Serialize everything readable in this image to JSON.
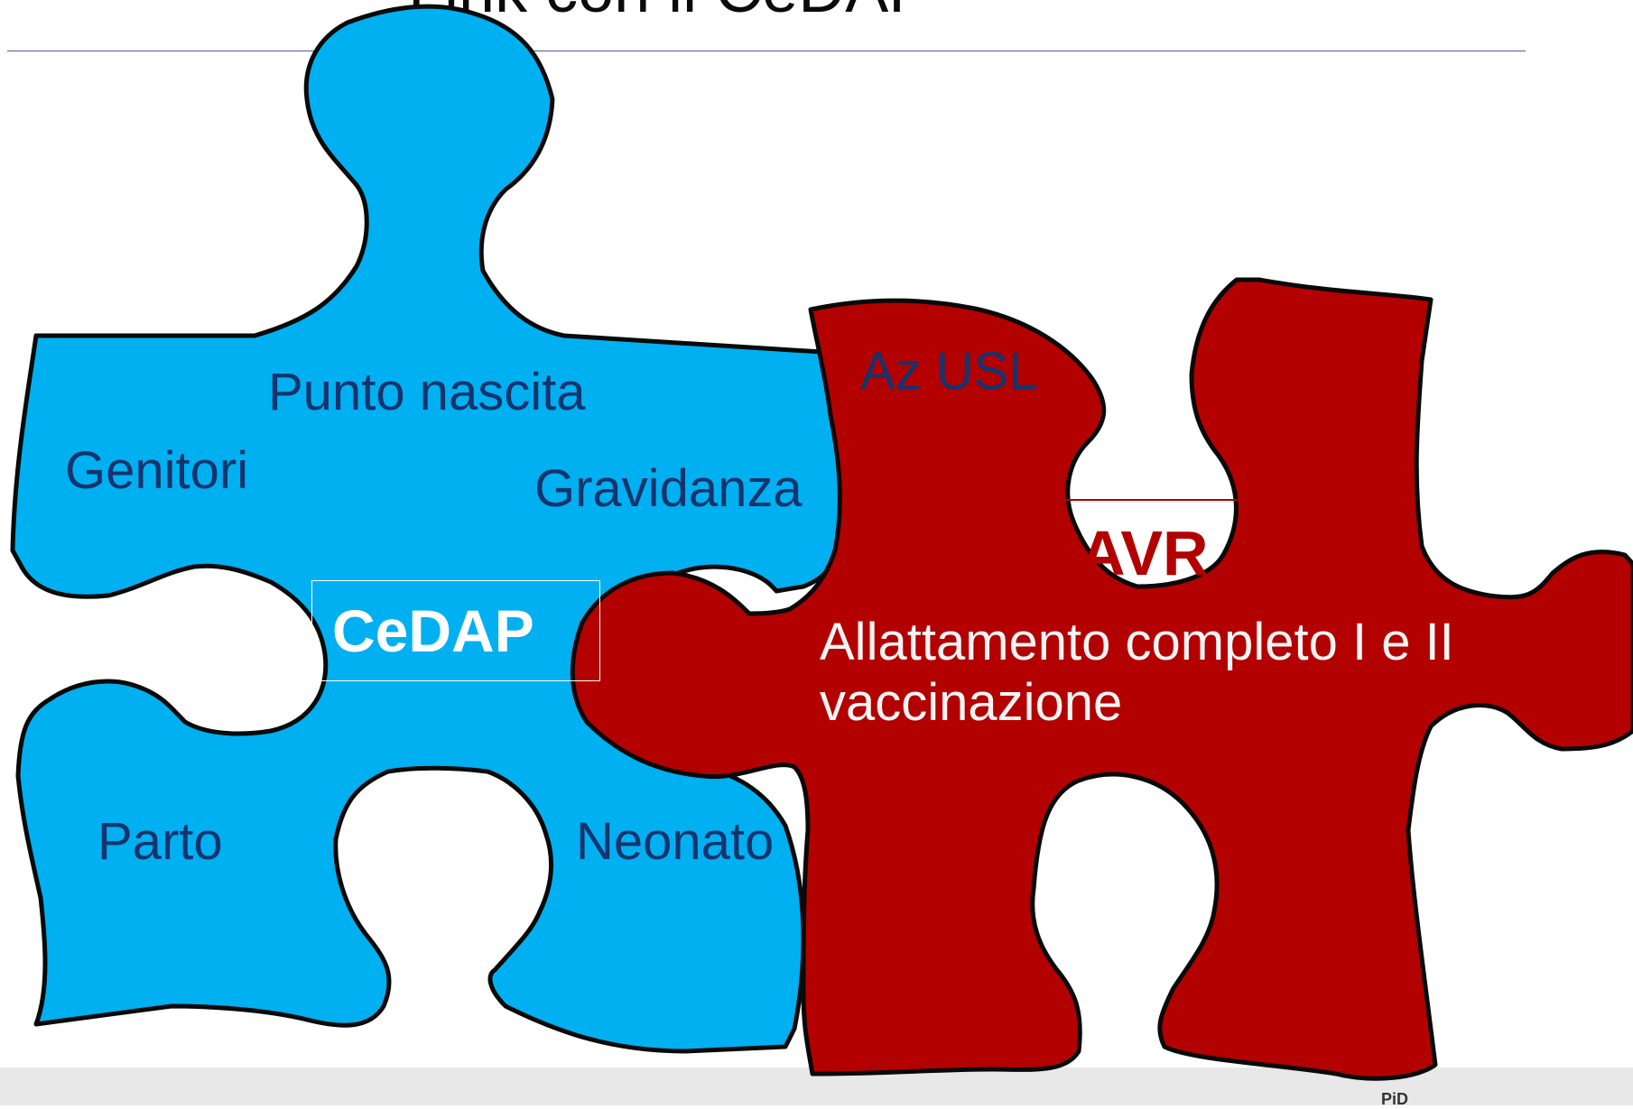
{
  "title": "Link con il CeDAP",
  "colors": {
    "blue_piece": "#00b0f0",
    "red_piece": "#b30000",
    "outline": "#0a0a0a"
  },
  "blue_piece": {
    "labels": {
      "punto_nascita": "Punto nascita",
      "genitori": "Genitori",
      "gravidanza": "Gravidanza",
      "cedap": "CeDAP",
      "parto": "Parto",
      "neonato": "Neonato"
    }
  },
  "red_piece": {
    "labels": {
      "az_usl": "Az USL",
      "avr": "AVR",
      "allattamento": "Allattamento completo I e II vaccinazione"
    }
  },
  "footer": {
    "logo_text": "PiD"
  }
}
